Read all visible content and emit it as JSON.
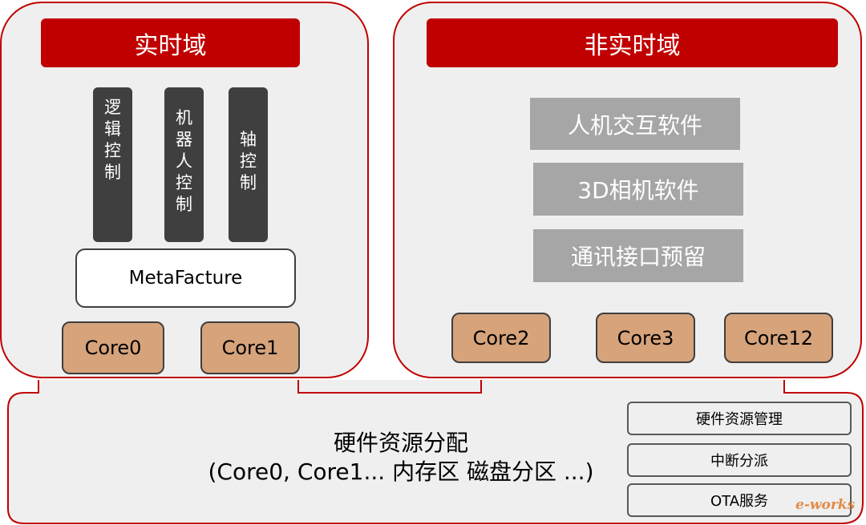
{
  "realtime": {
    "title": "实时域",
    "tasks": [
      {
        "chars": [
          "逻",
          "辑",
          "控",
          "制"
        ]
      },
      {
        "chars": [
          "机",
          "器",
          "人",
          "控",
          "制"
        ]
      },
      {
        "chars": [
          "轴",
          "控",
          "制"
        ]
      }
    ],
    "middleware": "MetaFacture",
    "cores": [
      "Core0",
      "Core1"
    ]
  },
  "non_realtime": {
    "title": "非实时域",
    "software": [
      "人机交互软件",
      "3D相机软件",
      "通讯接口预留"
    ],
    "cores": [
      "Core2",
      "Core3",
      "Core12"
    ]
  },
  "hardware": {
    "title": "硬件资源分配",
    "subtitle": "(Core0, Core1... 内存区 磁盘分区 ...)",
    "services": [
      "硬件资源管理",
      "中断分派",
      "OTA服务"
    ]
  },
  "watermark": "e-works",
  "colors": {
    "accent_red": "#c00000",
    "task_dark": "#3f3f3f",
    "core_tan": "#d6a37b",
    "software_gray": "#a6a6a6",
    "panel_bg": "#efefef"
  }
}
